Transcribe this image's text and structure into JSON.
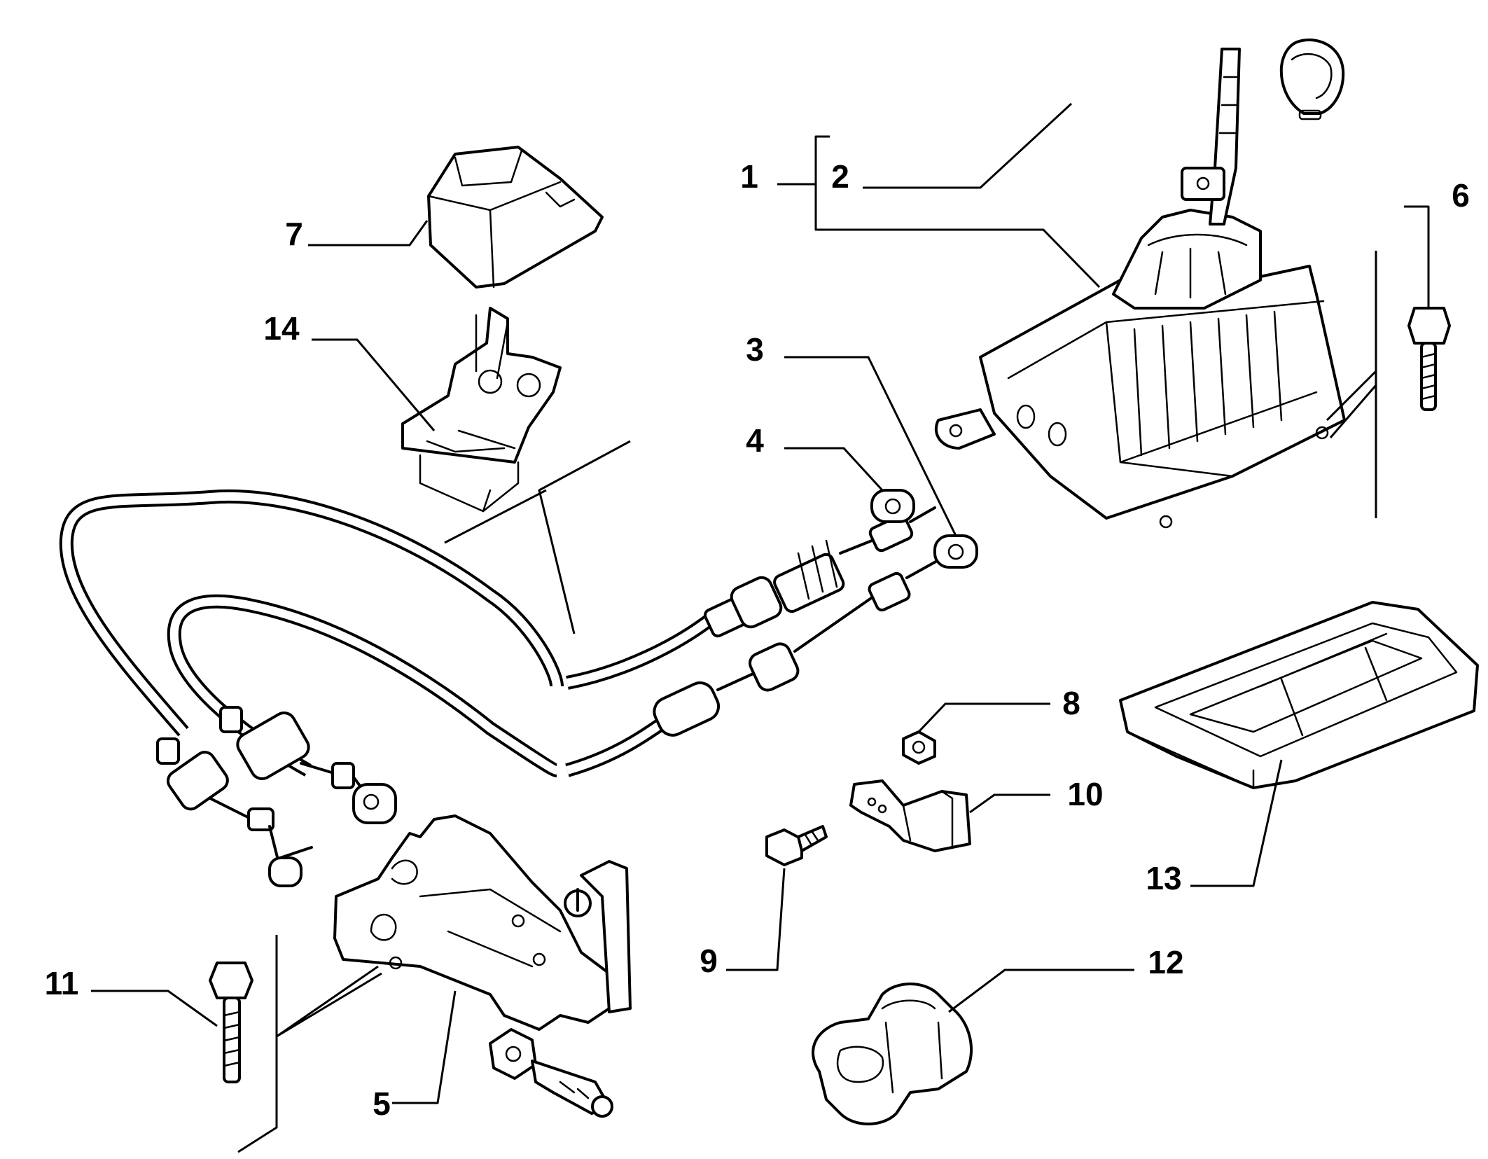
{
  "diagram": {
    "callouts": [
      {
        "id": "1",
        "label": "1"
      },
      {
        "id": "2",
        "label": "2"
      },
      {
        "id": "3",
        "label": "3"
      },
      {
        "id": "4",
        "label": "4"
      },
      {
        "id": "5",
        "label": "5"
      },
      {
        "id": "6",
        "label": "6"
      },
      {
        "id": "7",
        "label": "7"
      },
      {
        "id": "8",
        "label": "8"
      },
      {
        "id": "9",
        "label": "9"
      },
      {
        "id": "10",
        "label": "10"
      },
      {
        "id": "11",
        "label": "11"
      },
      {
        "id": "12",
        "label": "12"
      },
      {
        "id": "13",
        "label": "13"
      },
      {
        "id": "14",
        "label": "14"
      }
    ]
  }
}
